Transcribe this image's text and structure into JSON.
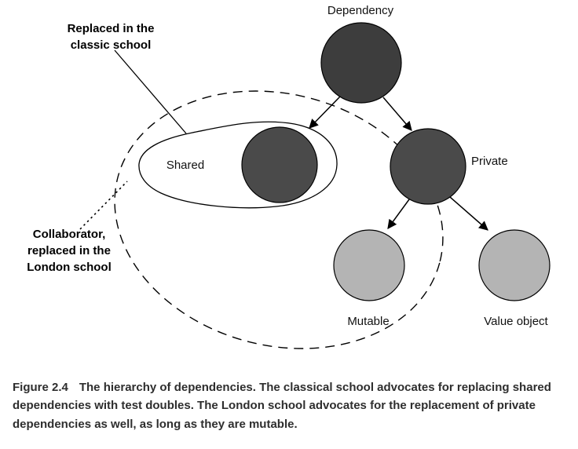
{
  "diagram": {
    "nodes": {
      "dependency": {
        "label": "Dependency",
        "color": "#3d3d3d"
      },
      "shared": {
        "label": "Shared",
        "color": "#4a4a4a"
      },
      "private": {
        "label": "Private",
        "color": "#4a4a4a"
      },
      "mutable": {
        "label": "Mutable",
        "color": "#b4b4b4"
      },
      "value_object": {
        "label": "Value object",
        "color": "#b4b4b4"
      }
    },
    "annotations": {
      "classic_line1": "Replaced in the",
      "classic_line2": "classic school",
      "london_line1": "Collaborator,",
      "london_line2": "replaced in the",
      "london_line3": "London school"
    },
    "stroke_color": "#000000"
  },
  "caption": {
    "figure_label": "Figure 2.4",
    "text": "The hierarchy of dependencies. The classical school advocates for replacing shared dependencies with test doubles. The London school advocates for the replacement of private dependencies as well, as long as they are mutable."
  }
}
